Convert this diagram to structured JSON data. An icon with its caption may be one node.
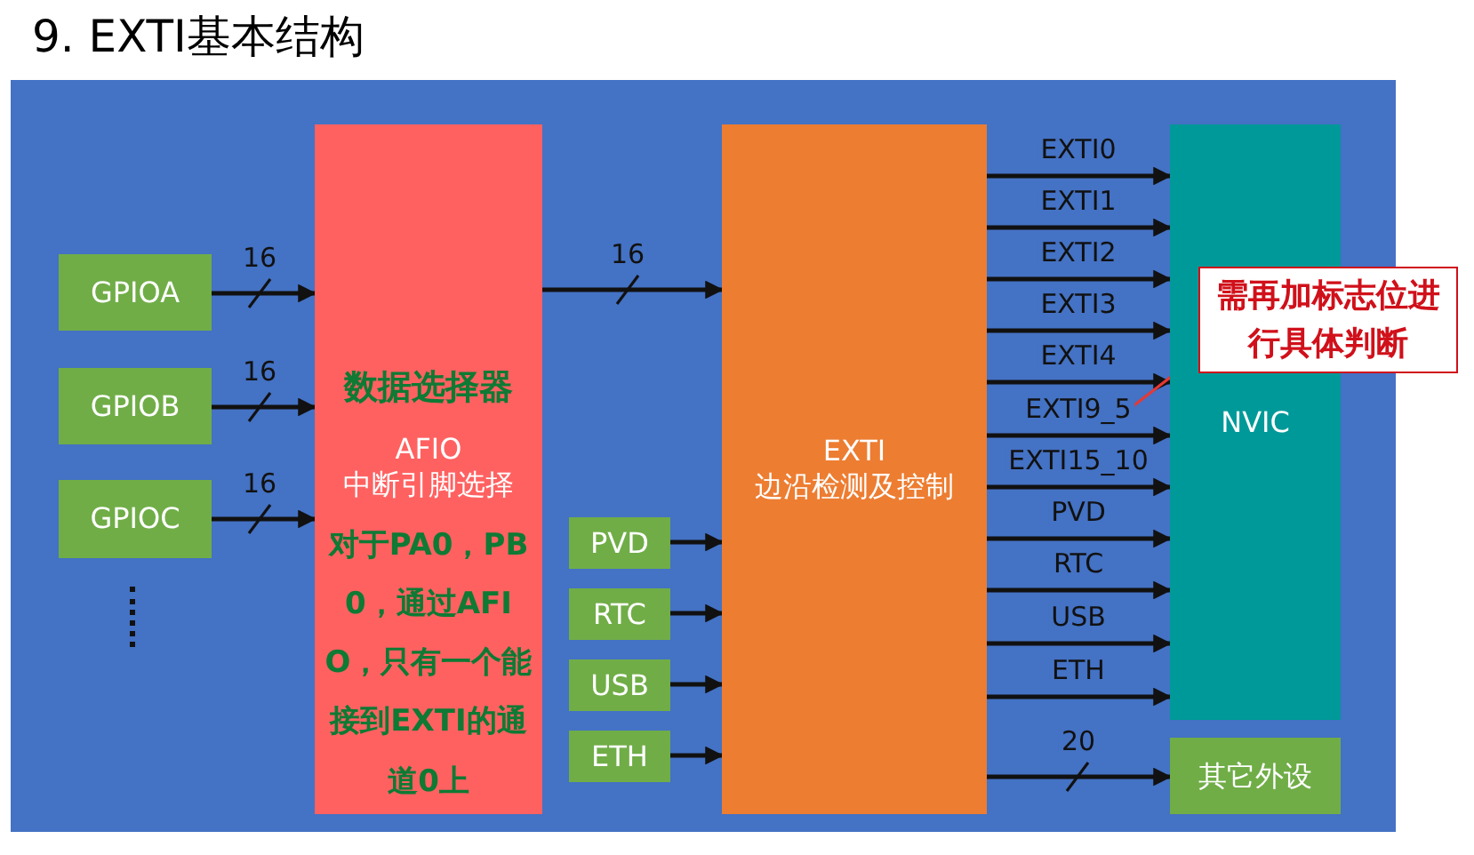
{
  "diagram": {
    "title": "9. EXTI基本结构",
    "nodes": [
      {
        "text": [
          "GPIOA"
        ]
      },
      {
        "text": [
          "GPIOB"
        ]
      },
      {
        "text": [
          "GPIOC"
        ]
      },
      {
        "text": [
          "数据选择器",
          "AFIO 中断引脚选择",
          "对于PA0，PB0，通过AFIO，只有一个能接到EXTI的通道0上"
        ]
      },
      {
        "text": [
          "PVD"
        ]
      },
      {
        "text": [
          "RTC"
        ]
      },
      {
        "text": [
          "USB"
        ]
      },
      {
        "text": [
          "ETH"
        ]
      },
      {
        "text": [
          "EXTI 边沿检测及控制"
        ]
      },
      {
        "text": [
          "NVIC"
        ]
      },
      {
        "text": [
          "其它外设"
        ]
      },
      {
        "text": [
          "需再加标志位进行具体判断"
        ]
      }
    ],
    "edges": [
      {
        "from": 0,
        "to": 3,
        "arrow": "to",
        "label": "16"
      },
      {
        "from": 1,
        "to": 3,
        "arrow": "to",
        "label": "16"
      },
      {
        "from": 2,
        "to": 3,
        "arrow": "to",
        "label": "16"
      },
      {
        "from": 3,
        "to": 8,
        "arrow": "to",
        "label": "16"
      },
      {
        "from": 4,
        "to": 8,
        "arrow": "to"
      },
      {
        "from": 5,
        "to": 8,
        "arrow": "to"
      },
      {
        "from": 6,
        "to": 8,
        "arrow": "to"
      },
      {
        "from": 7,
        "to": 8,
        "arrow": "to"
      },
      {
        "from": 8,
        "to": 9,
        "arrow": "to",
        "label": "EXTI0"
      },
      {
        "from": 8,
        "to": 9,
        "arrow": "to",
        "label": "EXTI1"
      },
      {
        "from": 8,
        "to": 9,
        "arrow": "to",
        "label": "EXTI2"
      },
      {
        "from": 8,
        "to": 9,
        "arrow": "to",
        "label": "EXTI3"
      },
      {
        "from": 8,
        "to": 9,
        "arrow": "to",
        "label": "EXTI4"
      },
      {
        "from": 8,
        "to": 9,
        "arrow": "to",
        "label": "EXTI9_5"
      },
      {
        "from": 8,
        "to": 9,
        "arrow": "to",
        "label": "EXTI15_10"
      },
      {
        "from": 8,
        "to": 9,
        "arrow": "to",
        "label": "PVD"
      },
      {
        "from": 8,
        "to": 9,
        "arrow": "to",
        "label": "RTC"
      },
      {
        "from": 8,
        "to": 9,
        "arrow": "to",
        "label": "USB"
      },
      {
        "from": 8,
        "to": 9,
        "arrow": "to",
        "label": "ETH"
      },
      {
        "from": 8,
        "to": 10,
        "arrow": "to",
        "label": "20"
      },
      {
        "from": null,
        "to": 11,
        "arrow": "to",
        "color": "#e53935"
      }
    ]
  }
}
